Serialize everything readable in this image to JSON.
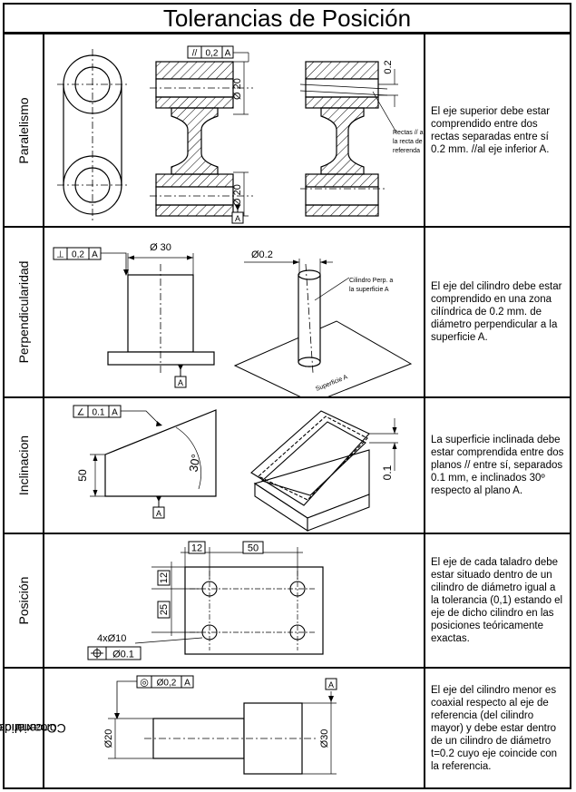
{
  "title": "Tolerancias de Posición",
  "rows": [
    {
      "label": "Paralelismo",
      "description": "El eje superior debe estar comprendido entre dos rectas separadas entre sí 0.2 mm. //al eje inferior A.",
      "frame": {
        "symbol": "//",
        "value": "0,2",
        "datum": "A"
      },
      "dims": {
        "d_top": "Ø 20",
        "d_bottom": "Ø 20",
        "zone": "0.2",
        "datum": "A"
      },
      "note": [
        "Rectas // a",
        "la recta de",
        "referenda"
      ]
    },
    {
      "label": "Perpendicularidad",
      "description": "El eje del cilindro debe estar comprendido en una zona cilíndrica de 0.2 mm. de diámetro perpendicular a la superficie A.",
      "frame": {
        "symbol": "⊥",
        "value": "0,2",
        "datum": "A"
      },
      "dims": {
        "diameter": "Ø 30",
        "zone": "Ø0.2",
        "datum": "A"
      },
      "note": [
        "Cilindro Perp. a",
        "la superficie A"
      ],
      "surface_label": "Superficie A"
    },
    {
      "label": "Inclinacion",
      "description": "La superficie inclinada debe estar comprendida entre dos planos // entre sí, separados 0.1 mm, e inclinados 30º respecto al plano A.",
      "frame": {
        "symbol": "∠",
        "value": "0.1",
        "datum": "A"
      },
      "dims": {
        "height": "50",
        "angle": "30°",
        "zone": "0.1",
        "datum": "A"
      }
    },
    {
      "label": "Posición",
      "description": "El eje de cada taladro debe estar situado dentro de un cilindro de diámetro igual a la tolerancia (0,1) estando el eje de dicho cilindro en las posiciones teóricamente exactas.",
      "frame": {
        "symbol": "⌖",
        "value": "Ø0.1"
      },
      "dims": {
        "x_offset": "12",
        "x_pitch": "50",
        "y_offset": "12",
        "y_pitch": "25",
        "holes": "4xØ10"
      }
    },
    {
      "label": "Concentricidad\nCoaxialidad",
      "label_lines": [
        "Concentricidad",
        "Coaxialidad"
      ],
      "description": "El eje del cilindro menor es coaxial respecto al eje de referencia (del cilindro mayor) y debe estar dentro de un cilindro de diámetro t=0.2 cuyo eje coincide con la referencia.",
      "frame": {
        "symbol": "◎",
        "value": "Ø0,2",
        "datum": "A"
      },
      "dims": {
        "small_d": "Ø20",
        "large_d": "Ø30",
        "datum": "A"
      }
    }
  ]
}
